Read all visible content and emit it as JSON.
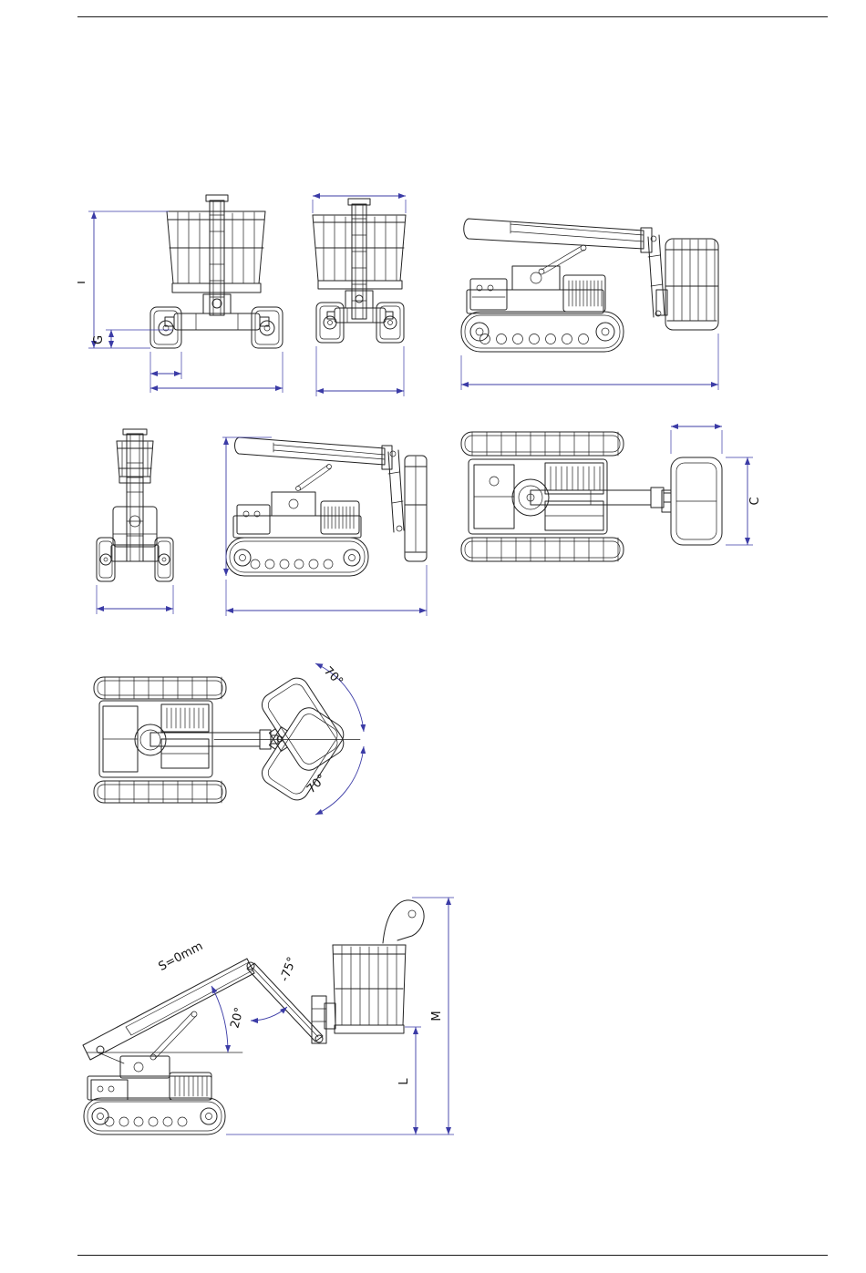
{
  "page": {
    "background": "#ffffff",
    "rule_color": "#1a1a1a",
    "drawing_color": "#222222",
    "dimension_color": "#3b3ba6"
  },
  "labels": {
    "dim_I": "I",
    "dim_G": "G",
    "dim_C": "C",
    "swing_upper": "70°",
    "swing_lower": "70°",
    "telescope": "S=0mm",
    "articulation_angle": "-75°",
    "boom_angle": "20°",
    "dim_M": "M",
    "dim_L": "L"
  },
  "figures": [
    {
      "id": "fig-front-view-dims",
      "view": "front",
      "labels_shown": [
        "I",
        "G"
      ]
    },
    {
      "id": "fig-front-view-width",
      "view": "front",
      "labels_shown": []
    },
    {
      "id": "fig-side-view-stowed",
      "view": "side",
      "labels_shown": []
    },
    {
      "id": "fig-front-view-narrow",
      "view": "front",
      "labels_shown": []
    },
    {
      "id": "fig-side-view-overall",
      "view": "side",
      "labels_shown": []
    },
    {
      "id": "fig-top-view",
      "view": "top",
      "labels_shown": [
        "C"
      ]
    },
    {
      "id": "fig-top-view-basket-rotation",
      "view": "top",
      "labels_shown": [
        "70°",
        "70°"
      ]
    },
    {
      "id": "fig-side-view-working",
      "view": "side",
      "labels_shown": [
        "S=0mm",
        "-75°",
        "20°",
        "M",
        "L"
      ]
    }
  ]
}
